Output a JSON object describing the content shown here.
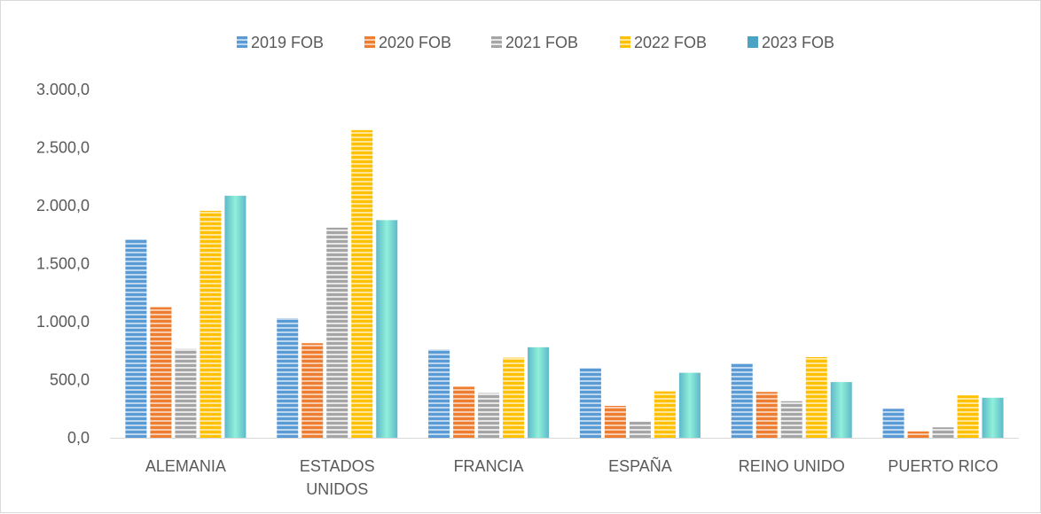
{
  "chart_data": {
    "type": "bar",
    "title": "",
    "xlabel": "",
    "ylabel": "",
    "categories": [
      [
        "ALEMANIA"
      ],
      [
        "ESTADOS",
        "UNIDOS"
      ],
      [
        "FRANCIA"
      ],
      [
        "ESPAÑA"
      ],
      [
        "REINO UNIDO"
      ],
      [
        "PUERTO RICO"
      ]
    ],
    "series": [
      {
        "name": "2019 FOB",
        "color": "#5b9bd5",
        "values": [
          1710,
          1030,
          760,
          600,
          640,
          250
        ]
      },
      {
        "name": "2020 FOB",
        "color": "#ed7d31",
        "values": [
          1125,
          815,
          440,
          275,
          395,
          55
        ]
      },
      {
        "name": "2021 FOB",
        "color": "#a5a5a5",
        "values": [
          765,
          1810,
          385,
          140,
          315,
          90
        ]
      },
      {
        "name": "2022 FOB",
        "color": "#ffc000",
        "values": [
          1955,
          2650,
          690,
          400,
          695,
          365
        ]
      },
      {
        "name": "2023 FOB",
        "color": "#4ba3c4",
        "values": [
          2085,
          1875,
          780,
          560,
          480,
          345
        ]
      }
    ],
    "ylim": [
      0,
      3000
    ],
    "yticks": [
      "0,0",
      "500,0",
      "1.000,0",
      "1.500,0",
      "2.000,0",
      "2.500,0",
      "3.000,0"
    ],
    "grid": false,
    "legend": "top"
  }
}
